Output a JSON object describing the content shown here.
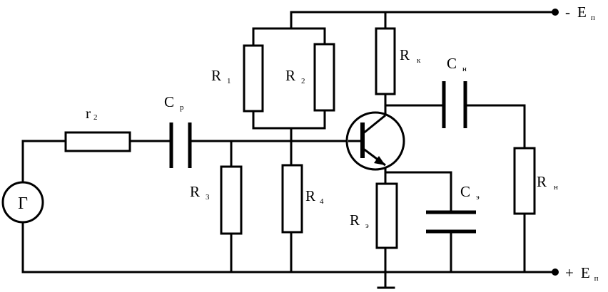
{
  "power_top": {
    "sign": "-",
    "letter": "E",
    "sub": "п"
  },
  "power_bottom": {
    "sign": "+",
    "letter": "E",
    "sub": "п"
  },
  "generator": {
    "label": "Г"
  },
  "r_source": {
    "letter": "r",
    "sub": "2"
  },
  "c_coupling": {
    "letter": "C",
    "sub": "р"
  },
  "r1": {
    "letter": "R",
    "sub": "1"
  },
  "r2": {
    "letter": "R",
    "sub": "2"
  },
  "r3": {
    "letter": "R",
    "sub": "3"
  },
  "r4": {
    "letter": "R",
    "sub": "4"
  },
  "r_collector": {
    "letter": "R",
    "sub": "к"
  },
  "r_emitter": {
    "letter": "R",
    "sub": "э"
  },
  "c_emitter": {
    "letter": "C",
    "sub": "э"
  },
  "c_load": {
    "letter": "C",
    "sub": "н"
  },
  "r_load": {
    "letter": "R",
    "sub": "н"
  }
}
